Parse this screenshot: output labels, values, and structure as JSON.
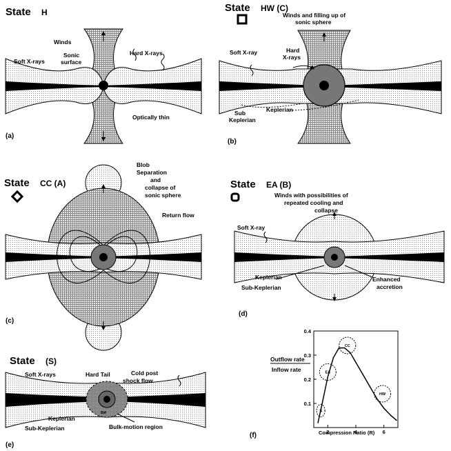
{
  "panels": {
    "a": {
      "state_word": "State",
      "state_code": "H",
      "panel_label": "(a)",
      "labels": {
        "winds": "Winds",
        "soft": "Soft X-rays",
        "sonic": "Sonic\nsurface",
        "hard": "Hard X-rays",
        "thin": "Optically thin"
      }
    },
    "b": {
      "state_word": "State",
      "state_code": "HW (C)",
      "panel_label": "(b)",
      "labels": {
        "title": "Winds and filling up of\nsonic sphere",
        "soft": "Soft X-ray",
        "hard": "Hard\nX-rays",
        "sub": "Sub\nKeplerian",
        "kep": "Keplerian"
      }
    },
    "c": {
      "state_word": "State",
      "state_code": "CC (A)",
      "panel_label": "(c)",
      "labels": {
        "title": "Blob\nSeparation\nand\ncollapse of\nsonic sphere",
        "ret": "Return  flow"
      }
    },
    "d": {
      "state_word": "State",
      "state_code": "EA (B)",
      "panel_label": "(d)",
      "labels": {
        "title": "Winds with possibilities of\nrepeated cooling and\ncollapse",
        "soft": "Soft X-ray",
        "kep": "Keplerian",
        "sub": "Sub-Keplerian",
        "enh": "Enhanced\naccretion"
      }
    },
    "e": {
      "state_word": "State",
      "state_code": "(S)",
      "panel_label": "(e)",
      "labels": {
        "soft": "Soft X-rays",
        "tail": "Hard Tail",
        "cold": "Cold post\nshock flow",
        "kep": "Keplerian",
        "sub": "Sub-Keplerian",
        "bulk": "Bulk-motion region",
        "bm": "BM"
      }
    },
    "f": {
      "panel_label": "(f)"
    }
  },
  "chart_data": {
    "type": "line",
    "ylabel_top": "Outflow rate",
    "ylabel_bottom": "Inflow rate",
    "xlabel": "Compression Ratio (R)",
    "xlim": [
      1,
      7
    ],
    "ylim": [
      0,
      0.4
    ],
    "xticks": [
      "2",
      "4",
      "6"
    ],
    "yticks": [
      "0.1",
      "0.2",
      "0.3",
      "0.4"
    ],
    "series": [
      {
        "x": [
          1.3,
          1.6,
          2.0,
          2.4,
          2.8,
          3.2,
          3.6,
          4.0,
          4.5,
          5.0,
          5.5,
          6.0,
          6.5,
          6.9
        ],
        "y": [
          0.02,
          0.1,
          0.21,
          0.29,
          0.33,
          0.33,
          0.31,
          0.27,
          0.22,
          0.17,
          0.12,
          0.08,
          0.05,
          0.03
        ]
      }
    ],
    "regions": [
      {
        "label": "S",
        "x": 1.5,
        "y": 0.07
      },
      {
        "label": "EA",
        "x": 2.0,
        "y": 0.23
      },
      {
        "label": "CC",
        "x": 3.4,
        "y": 0.34
      },
      {
        "label": "HW",
        "x": 5.9,
        "y": 0.14
      }
    ]
  }
}
